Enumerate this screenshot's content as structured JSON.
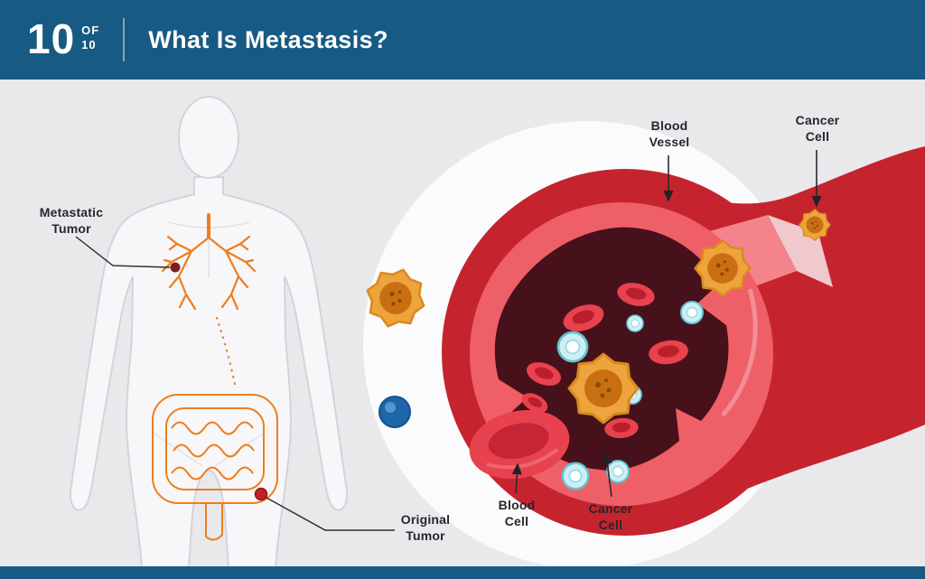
{
  "header": {
    "slide_number": "10",
    "of_label": "OF",
    "slide_total": "10",
    "title": "What Is Metastasis?"
  },
  "labels": {
    "metastatic_tumor": "Metastatic Tumor",
    "original_tumor": "Original Tumor",
    "blood_vessel": "Blood Vessel",
    "cancer_cell_top": "Cancer Cell",
    "blood_cell": "Blood Cell",
    "cancer_cell_bottom": "Cancer Cell"
  },
  "colors": {
    "header_blue": "#175a83",
    "canvas_gray": "#e9e9ec",
    "organ_orange": "#ee7d1d",
    "vessel_red": "#c5242e",
    "vessel_wall_pink": "#ef5f68",
    "vessel_lumen_dark": "#47111b",
    "blood_cell_red": "#e8424e",
    "cancer_cell_orange": "#eda43c",
    "immune_cell_teal": "#62c3d2",
    "blue_cell": "#1d66a9",
    "label_text": "#26262c"
  }
}
